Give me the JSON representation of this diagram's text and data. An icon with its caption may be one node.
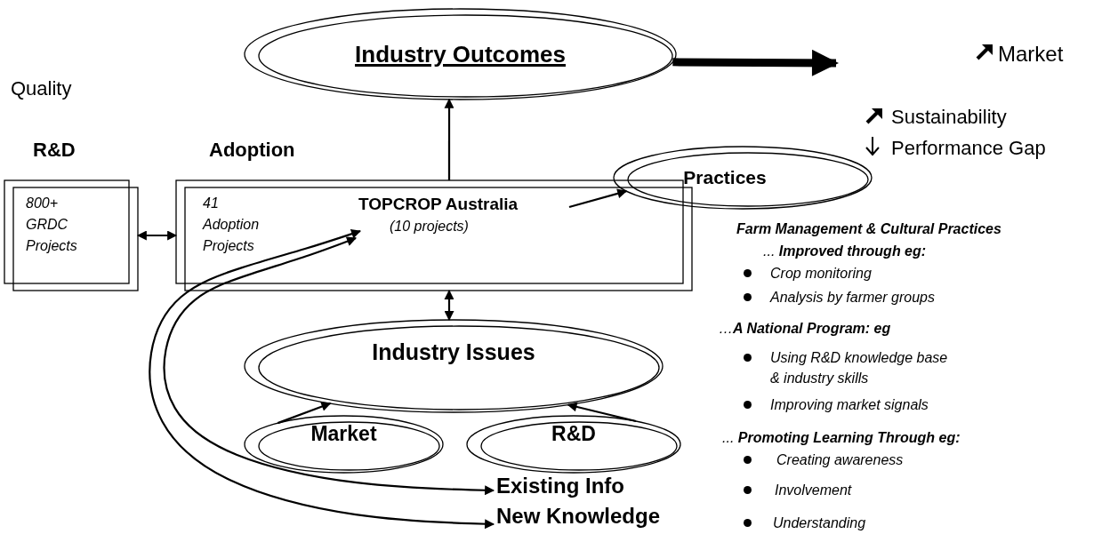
{
  "diagram": {
    "nodes": [
      {
        "text": [
          "Industry Outcomes"
        ]
      },
      {
        "text": [
          "800+ GRDC Projects"
        ]
      },
      {
        "text": [
          "41 Adoption Projects",
          "TOPCROP Australia",
          "(10 projects)"
        ]
      },
      {
        "text": [
          "Practices"
        ]
      },
      {
        "text": [
          "Industry Issues"
        ]
      },
      {
        "text": [
          "Market"
        ]
      },
      {
        "text": [
          "R&D"
        ]
      },
      {
        "text": [
          "Existing Info"
        ]
      },
      {
        "text": [
          "New Knowledge"
        ]
      }
    ],
    "edges": [
      {
        "from": 0,
        "to": null,
        "arrow": "to",
        "style": "thick"
      },
      {
        "from": 1,
        "to": 2,
        "arrow": "both"
      },
      {
        "from": 2,
        "to": 0,
        "arrow": "to"
      },
      {
        "from": 2,
        "to": 3,
        "arrow": "to"
      },
      {
        "from": 2,
        "to": 4,
        "arrow": "both"
      },
      {
        "from": 5,
        "to": 4,
        "arrow": "to"
      },
      {
        "from": 6,
        "to": 4,
        "arrow": "to"
      },
      {
        "from": 2,
        "to": 7,
        "arrow": "both"
      },
      {
        "from": 2,
        "to": 8,
        "arrow": "both"
      }
    ],
    "labels": [
      "Market",
      "Quality",
      "Sustainability",
      "R&D",
      "Adoption",
      "Performance Gap",
      "Farm Management & Cultural Practices",
      "... **Improved through eg:**",
      "Crop monitoring",
      "Analysis by farmer groups",
      "…**A National Program: eg**",
      "Using R&D knowledge base & industry skills",
      "Improving market signals",
      "... **Promoting Learning Through eg:**",
      "Creating awareness",
      "Involvement",
      "Understanding"
    ]
  }
}
